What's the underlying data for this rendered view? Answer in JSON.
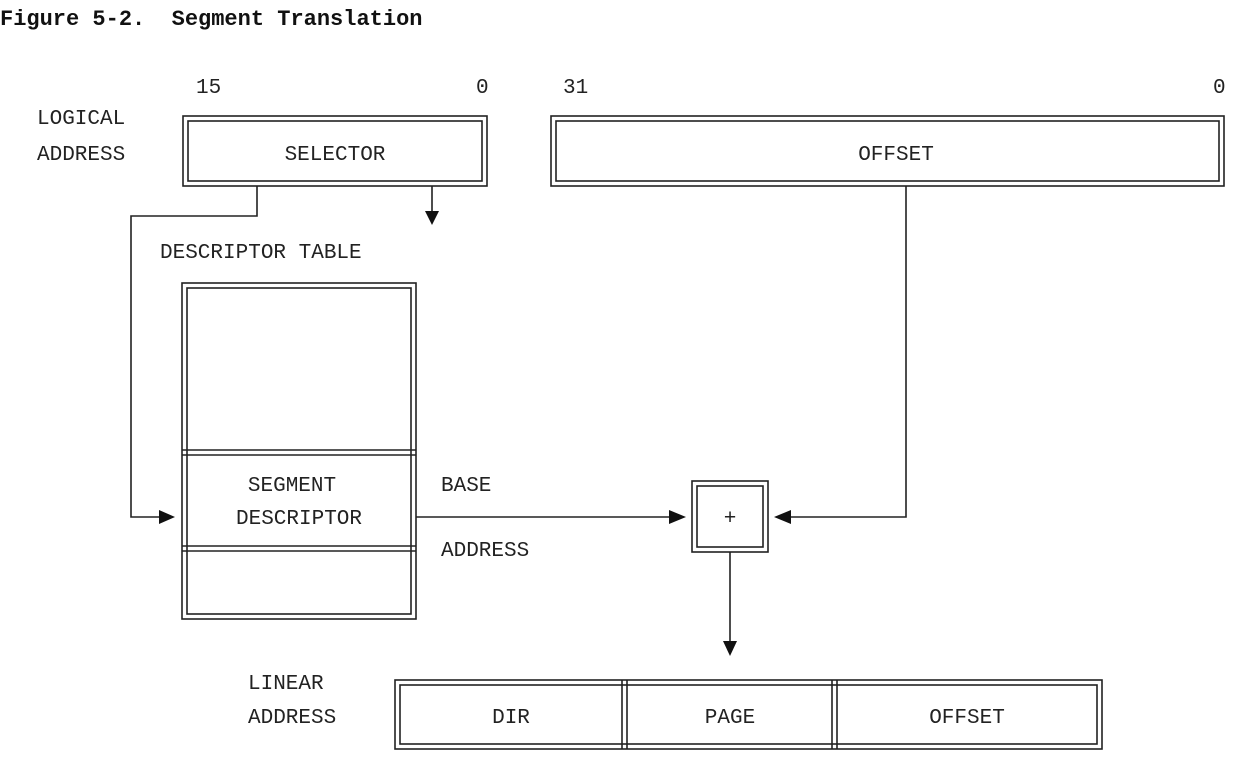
{
  "figure": {
    "title": "Figure 5-2.  Segment Translation"
  },
  "logical_address": {
    "label_line1": "LOGICAL",
    "label_line2": "ADDRESS",
    "selector": {
      "bit_high": "15",
      "bit_low": "0",
      "label": "SELECTOR"
    },
    "offset": {
      "bit_high": "31",
      "bit_low": "0",
      "label": "OFFSET"
    }
  },
  "descriptor_table": {
    "label": "DESCRIPTOR TABLE",
    "segment_descriptor_line1": "SEGMENT",
    "segment_descriptor_line2": "DESCRIPTOR"
  },
  "base_address": {
    "line1": "BASE",
    "line2": "ADDRESS"
  },
  "adder": {
    "symbol": "+"
  },
  "linear_address": {
    "label_line1": "LINEAR",
    "label_line2": "ADDRESS",
    "fields": [
      "DIR",
      "PAGE",
      "OFFSET"
    ]
  }
}
